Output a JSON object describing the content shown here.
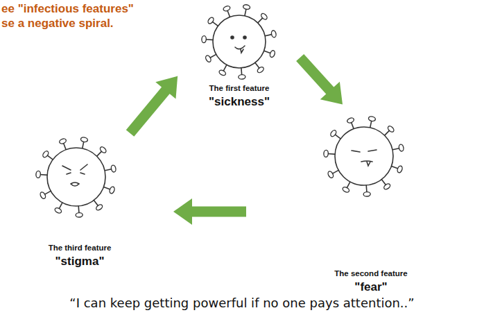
{
  "diagram": {
    "title": "ee \"infectious features\" se a negative spiral.",
    "caption": "“I can keep getting powerful if no one pays attention..”",
    "nodes": [
      {
        "text": [
          "The first feature",
          "\"sickness\""
        ]
      },
      {
        "text": [
          "The second feature",
          "\"fear\""
        ]
      },
      {
        "text": [
          "The third feature",
          "\"stigma\""
        ]
      }
    ],
    "edges": [
      {
        "from": 0,
        "to": 1,
        "arrow": "to"
      },
      {
        "from": 1,
        "to": 2,
        "arrow": "to"
      },
      {
        "from": 2,
        "to": 0,
        "arrow": "to"
      }
    ]
  }
}
